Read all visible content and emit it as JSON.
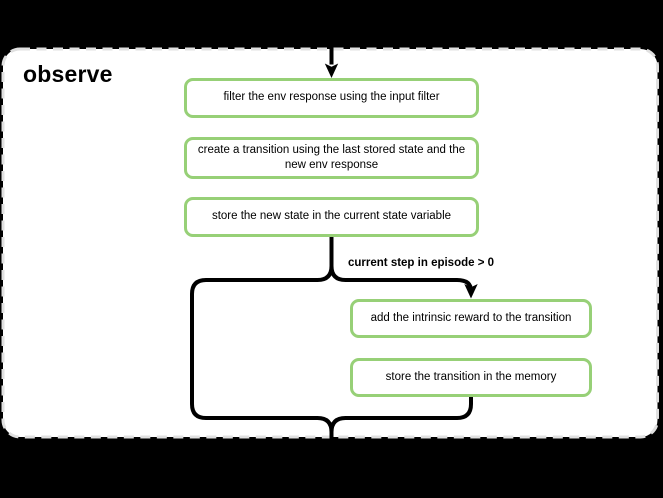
{
  "colors": {
    "background": "#000000",
    "panel_bg": "#ffffff",
    "panel_border": "#e0e0e0",
    "box_border": "#97d077",
    "box_bg": "#ffffff",
    "line": "#000000",
    "text": "#000000"
  },
  "diagram": {
    "title": "observe",
    "condition_label": "current step in episode > 0",
    "steps": [
      {
        "id": "filter-env-response",
        "label": "filter the env response using the input filter"
      },
      {
        "id": "create-transition",
        "label": "create a transition using the last stored state and the new env response"
      },
      {
        "id": "store-new-state",
        "label": "store the new state in the current state variable"
      },
      {
        "id": "add-intrinsic-reward",
        "label": "add the intrinsic reward to the transition"
      },
      {
        "id": "store-transition",
        "label": "store the transition in the memory"
      }
    ]
  }
}
